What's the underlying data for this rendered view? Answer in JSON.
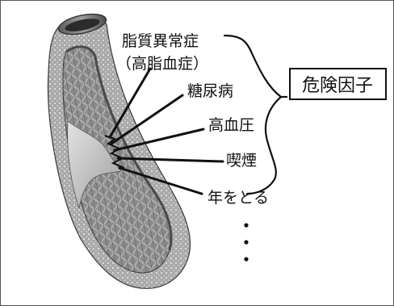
{
  "labels": {
    "dyslipidemia": "脂質異常症",
    "dyslipidemia_alt": "（高脂血症）",
    "diabetes": "糖尿病",
    "hypertension": "高血圧",
    "smoking": "喫煙",
    "aging": "年をとる",
    "ellipsis": "・ ・ ・"
  },
  "risk_box": {
    "label": "危険因子"
  },
  "colors": {
    "outer_wall": "#9a9a9a",
    "inner_wall": "#6f6f6f",
    "lumen": "#bdbdbd",
    "plaque": "#d9d9d9",
    "ink": "#111111"
  }
}
